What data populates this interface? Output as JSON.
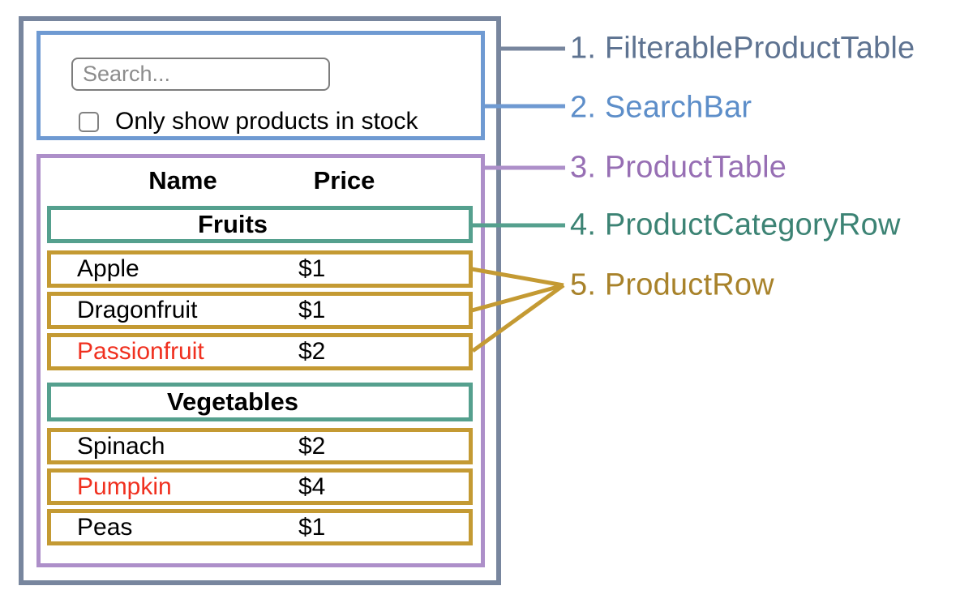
{
  "app": {
    "search_bar": {
      "placeholder": "Search...",
      "checkbox_label": "Only show products in stock",
      "checkbox_checked": false
    },
    "table": {
      "columns": [
        "Name",
        "Price"
      ],
      "sections": [
        {
          "category": "Fruits",
          "rows": [
            {
              "name": "Apple",
              "price": "$1",
              "highlight": false
            },
            {
              "name": "Dragonfruit",
              "price": "$1",
              "highlight": false
            },
            {
              "name": "Passionfruit",
              "price": "$2",
              "highlight": true
            }
          ]
        },
        {
          "category": "Vegetables",
          "rows": [
            {
              "name": "Spinach",
              "price": "$2",
              "highlight": false
            },
            {
              "name": "Pumpkin",
              "price": "$4",
              "highlight": true
            },
            {
              "name": "Peas",
              "price": "$1",
              "highlight": false
            }
          ]
        }
      ]
    }
  },
  "legend": [
    {
      "text": "1. FilterableProductTable",
      "color": "#5e7391"
    },
    {
      "text": "2. SearchBar",
      "color": "#5d8ec9"
    },
    {
      "text": "3. ProductTable",
      "color": "#976fb4"
    },
    {
      "text": "4. ProductCategoryRow",
      "color": "#3c8374"
    },
    {
      "text": "5. ProductRow",
      "color": "#a8822a"
    }
  ],
  "colors": {
    "outer_border": "#78869e",
    "searchbar_border": "#6f9ad2",
    "table_border": "#ad8fc9",
    "category_border": "#55a08e",
    "row_border": "#c49a33",
    "highlight_text": "#f0301f"
  }
}
